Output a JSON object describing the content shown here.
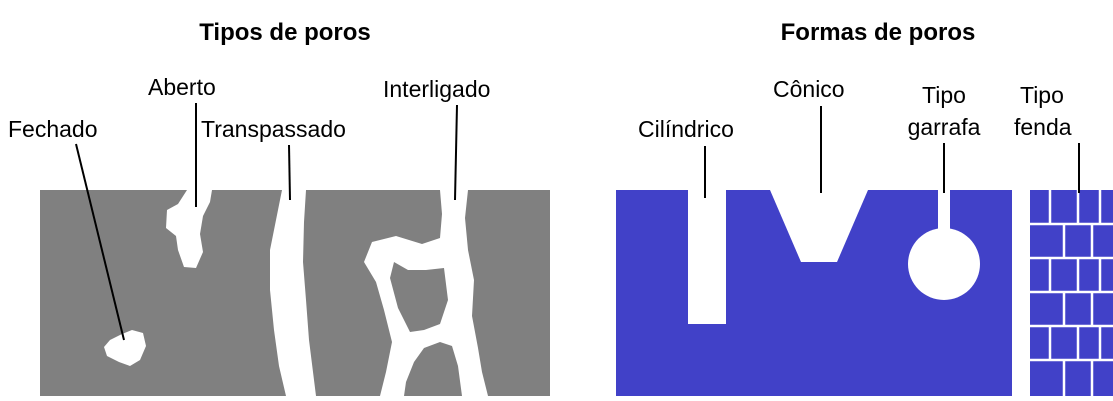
{
  "colors": {
    "solid_left": "#808080",
    "solid_right": "#4141C8",
    "pore": "#ffffff",
    "pointer": "#000000"
  },
  "left_panel": {
    "title": "Tipos de poros",
    "labels": {
      "closed": "Fechado",
      "open": "Aberto",
      "through": "Transpassado",
      "interconnected": "Interligado"
    }
  },
  "right_panel": {
    "title": "Formas de poros",
    "labels": {
      "cylindrical": "Cilíndrico",
      "conical": "Cônico",
      "bottle_line1": "Tipo",
      "bottle_line2": "garrafa",
      "slit_line1": "Tipo",
      "slit_line2": "fenda"
    }
  }
}
